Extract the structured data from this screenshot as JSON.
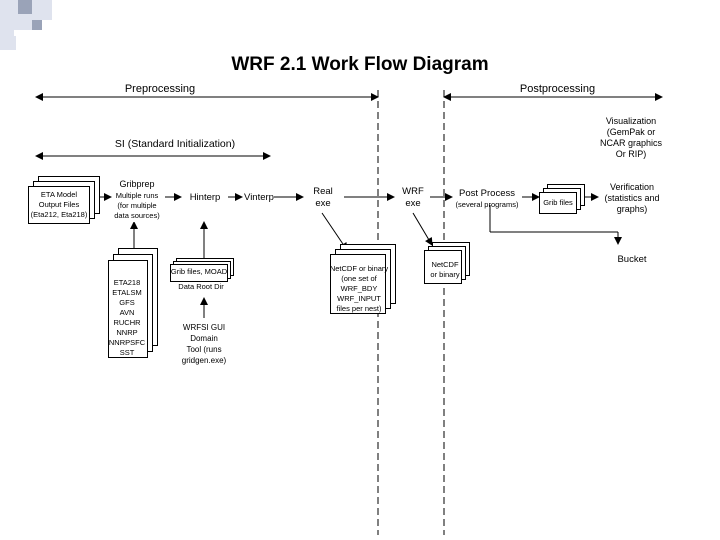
{
  "title": "WRF 2.1 Work Flow Diagram",
  "phases": {
    "preprocessing": "Preprocessing",
    "postprocessing": "Postprocessing",
    "si": "SI (Standard Initialization)",
    "visualization": [
      "Visualization",
      "(GemPak or",
      "NCAR graphics",
      "Or RIP)"
    ]
  },
  "nodes": {
    "eta_model": [
      "ETA Model",
      "Output Files",
      "(Eta212, Eta218)"
    ],
    "gribprep": "Gribprep",
    "gribprep_note": [
      "Multiple runs",
      "(for multiple",
      "data sources)"
    ],
    "hinterp": "Hinterp",
    "vinterp": "Vinterp",
    "real": [
      "Real",
      "exe"
    ],
    "wrf": [
      "WRF",
      "exe"
    ],
    "post_process": "Post Process",
    "post_note": "(several programs)",
    "grib_files": "Grib files",
    "verification": [
      "Verification",
      "(statistics and",
      "graphs)"
    ],
    "bucket": "Bucket",
    "sources": [
      "ETA218",
      "ETALSM",
      "GFS",
      "AVN",
      "RUCHR",
      "NNRP",
      "NNRPSFC",
      "SST"
    ],
    "grib_moad": "Grib files, MOAD",
    "data_root": "Data Root Dir",
    "wrfsi_gui": [
      "WRFSI GUI",
      "Domain",
      "Tool (runs",
      "gridgen.exe)"
    ],
    "netcdf_real": [
      "NetCDF or binary",
      "(one set of",
      "WRF_BDY",
      "WRF_INPUT",
      "files per nest)"
    ],
    "netcdf_wrf": [
      "NetCDF",
      "or binary"
    ]
  }
}
